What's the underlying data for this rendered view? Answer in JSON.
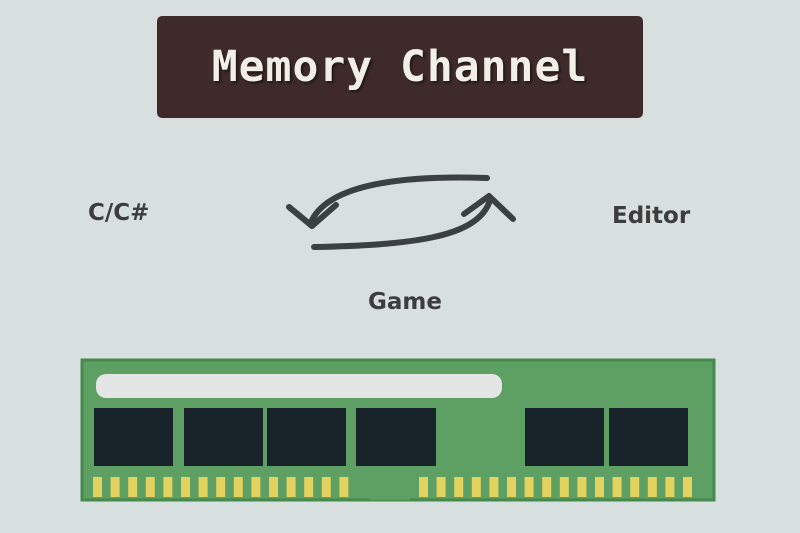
{
  "diagram": {
    "title": "Memory Channel",
    "nodes": {
      "left": "C/C#",
      "right": "Editor",
      "bottom": "Game"
    }
  },
  "colors": {
    "background": "#d8e0df",
    "title_bg": "#3e2a2a",
    "title_text": "#f2efe8",
    "arrow": "#3b4043",
    "ram_board": "#5e9f64",
    "ram_border": "#468a4d",
    "ram_chip": "#18232a",
    "ram_label": "#e3e6e4",
    "ram_pins": "#e3d35e"
  },
  "icons": [
    "circular-arrows-icon",
    "ram-module-icon"
  ]
}
